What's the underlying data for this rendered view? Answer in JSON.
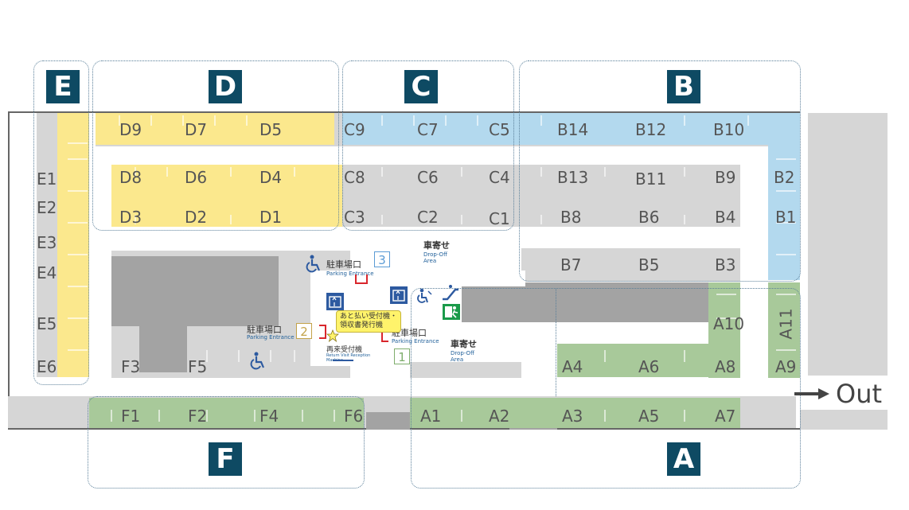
{
  "zones": [
    {
      "id": "E",
      "label": "E"
    },
    {
      "id": "D",
      "label": "D"
    },
    {
      "id": "C",
      "label": "C"
    },
    {
      "id": "B",
      "label": "B"
    },
    {
      "id": "F",
      "label": "F"
    },
    {
      "id": "A",
      "label": "A"
    }
  ],
  "spaces": {
    "d9": "D9",
    "d7": "D7",
    "d5": "D5",
    "c9": "C9",
    "c7": "C7",
    "c5": "C5",
    "b14": "B14",
    "b12": "B12",
    "b10": "B10",
    "d8": "D8",
    "d6": "D6",
    "d4": "D4",
    "c8": "C8",
    "c6": "C6",
    "c4": "C4",
    "b13": "B13",
    "b11": "B11",
    "b9": "B9",
    "b2": "B2",
    "d3": "D3",
    "d2": "D2",
    "d1": "D1",
    "c3": "C3",
    "c2": "C2",
    "c1": "C1",
    "b8": "B8",
    "b6": "B6",
    "b4": "B4",
    "b1": "B1",
    "b7": "B7",
    "b5": "B5",
    "b3": "B3",
    "e1": "E1",
    "e2": "E2",
    "e3": "E3",
    "e4": "E4",
    "e5": "E5",
    "e6": "E6",
    "a10": "A10",
    "a11": "A11",
    "a4": "A4",
    "a6": "A6",
    "a8": "A8",
    "a9": "A9",
    "f3": "F3",
    "f5": "F5",
    "f1": "F1",
    "f2": "F2",
    "f4": "F4",
    "f6": "F6",
    "a1": "A1",
    "a2": "A2",
    "a3": "A3",
    "a5": "A5",
    "a7": "A7"
  },
  "entrances": {
    "e3_num": "3",
    "e3_jp": "駐車場口",
    "e3_en": "Parking Entrance",
    "e2_num": "2",
    "e2_jp": "駐車場口",
    "e2_en": "Parking Entrance",
    "e1_num": "1",
    "e1_jp": "駐車場口",
    "e1_en": "Parking Entrance"
  },
  "dropoff": {
    "top_jp": "車寄せ",
    "top_en": "Drop-Off Area",
    "bottom_jp": "車寄せ",
    "bottom_en": "Drop-Off Area"
  },
  "machines": {
    "callout_line1": "あと払い受付機・",
    "callout_line2": "領収書発行機",
    "reception_jp": "再来受付機",
    "reception_en": "Return Visit Reception Machine"
  },
  "exit": {
    "label": "Out"
  },
  "colors": {
    "zone_tile": "#0e4a63",
    "yellow": "#fbe88d",
    "blue": "#b3d9ee",
    "green": "#a8c99a",
    "gray": "#d6d6d6"
  }
}
